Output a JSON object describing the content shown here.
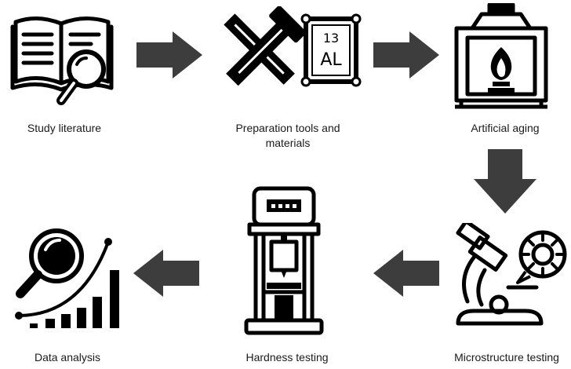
{
  "steps": [
    {
      "id": "study",
      "label": "Study literature",
      "icon": "book-magnifier-icon"
    },
    {
      "id": "prep",
      "label": "Preparation tools and materials",
      "icon": "hammer-tools-aluminium-icon",
      "element_number": "13",
      "element_symbol": "AL"
    },
    {
      "id": "aging",
      "label": "Artificial aging",
      "icon": "furnace-icon"
    },
    {
      "id": "micro",
      "label": "Microstructure testing",
      "icon": "microscope-icon"
    },
    {
      "id": "hardness",
      "label": "Hardness testing",
      "icon": "hardness-tester-icon"
    },
    {
      "id": "analysis",
      "label": "Data analysis",
      "icon": "analytics-icon"
    }
  ],
  "colors": {
    "icon": "#000000",
    "arrow": "#3d3d3d",
    "text": "#1a1a1a"
  }
}
